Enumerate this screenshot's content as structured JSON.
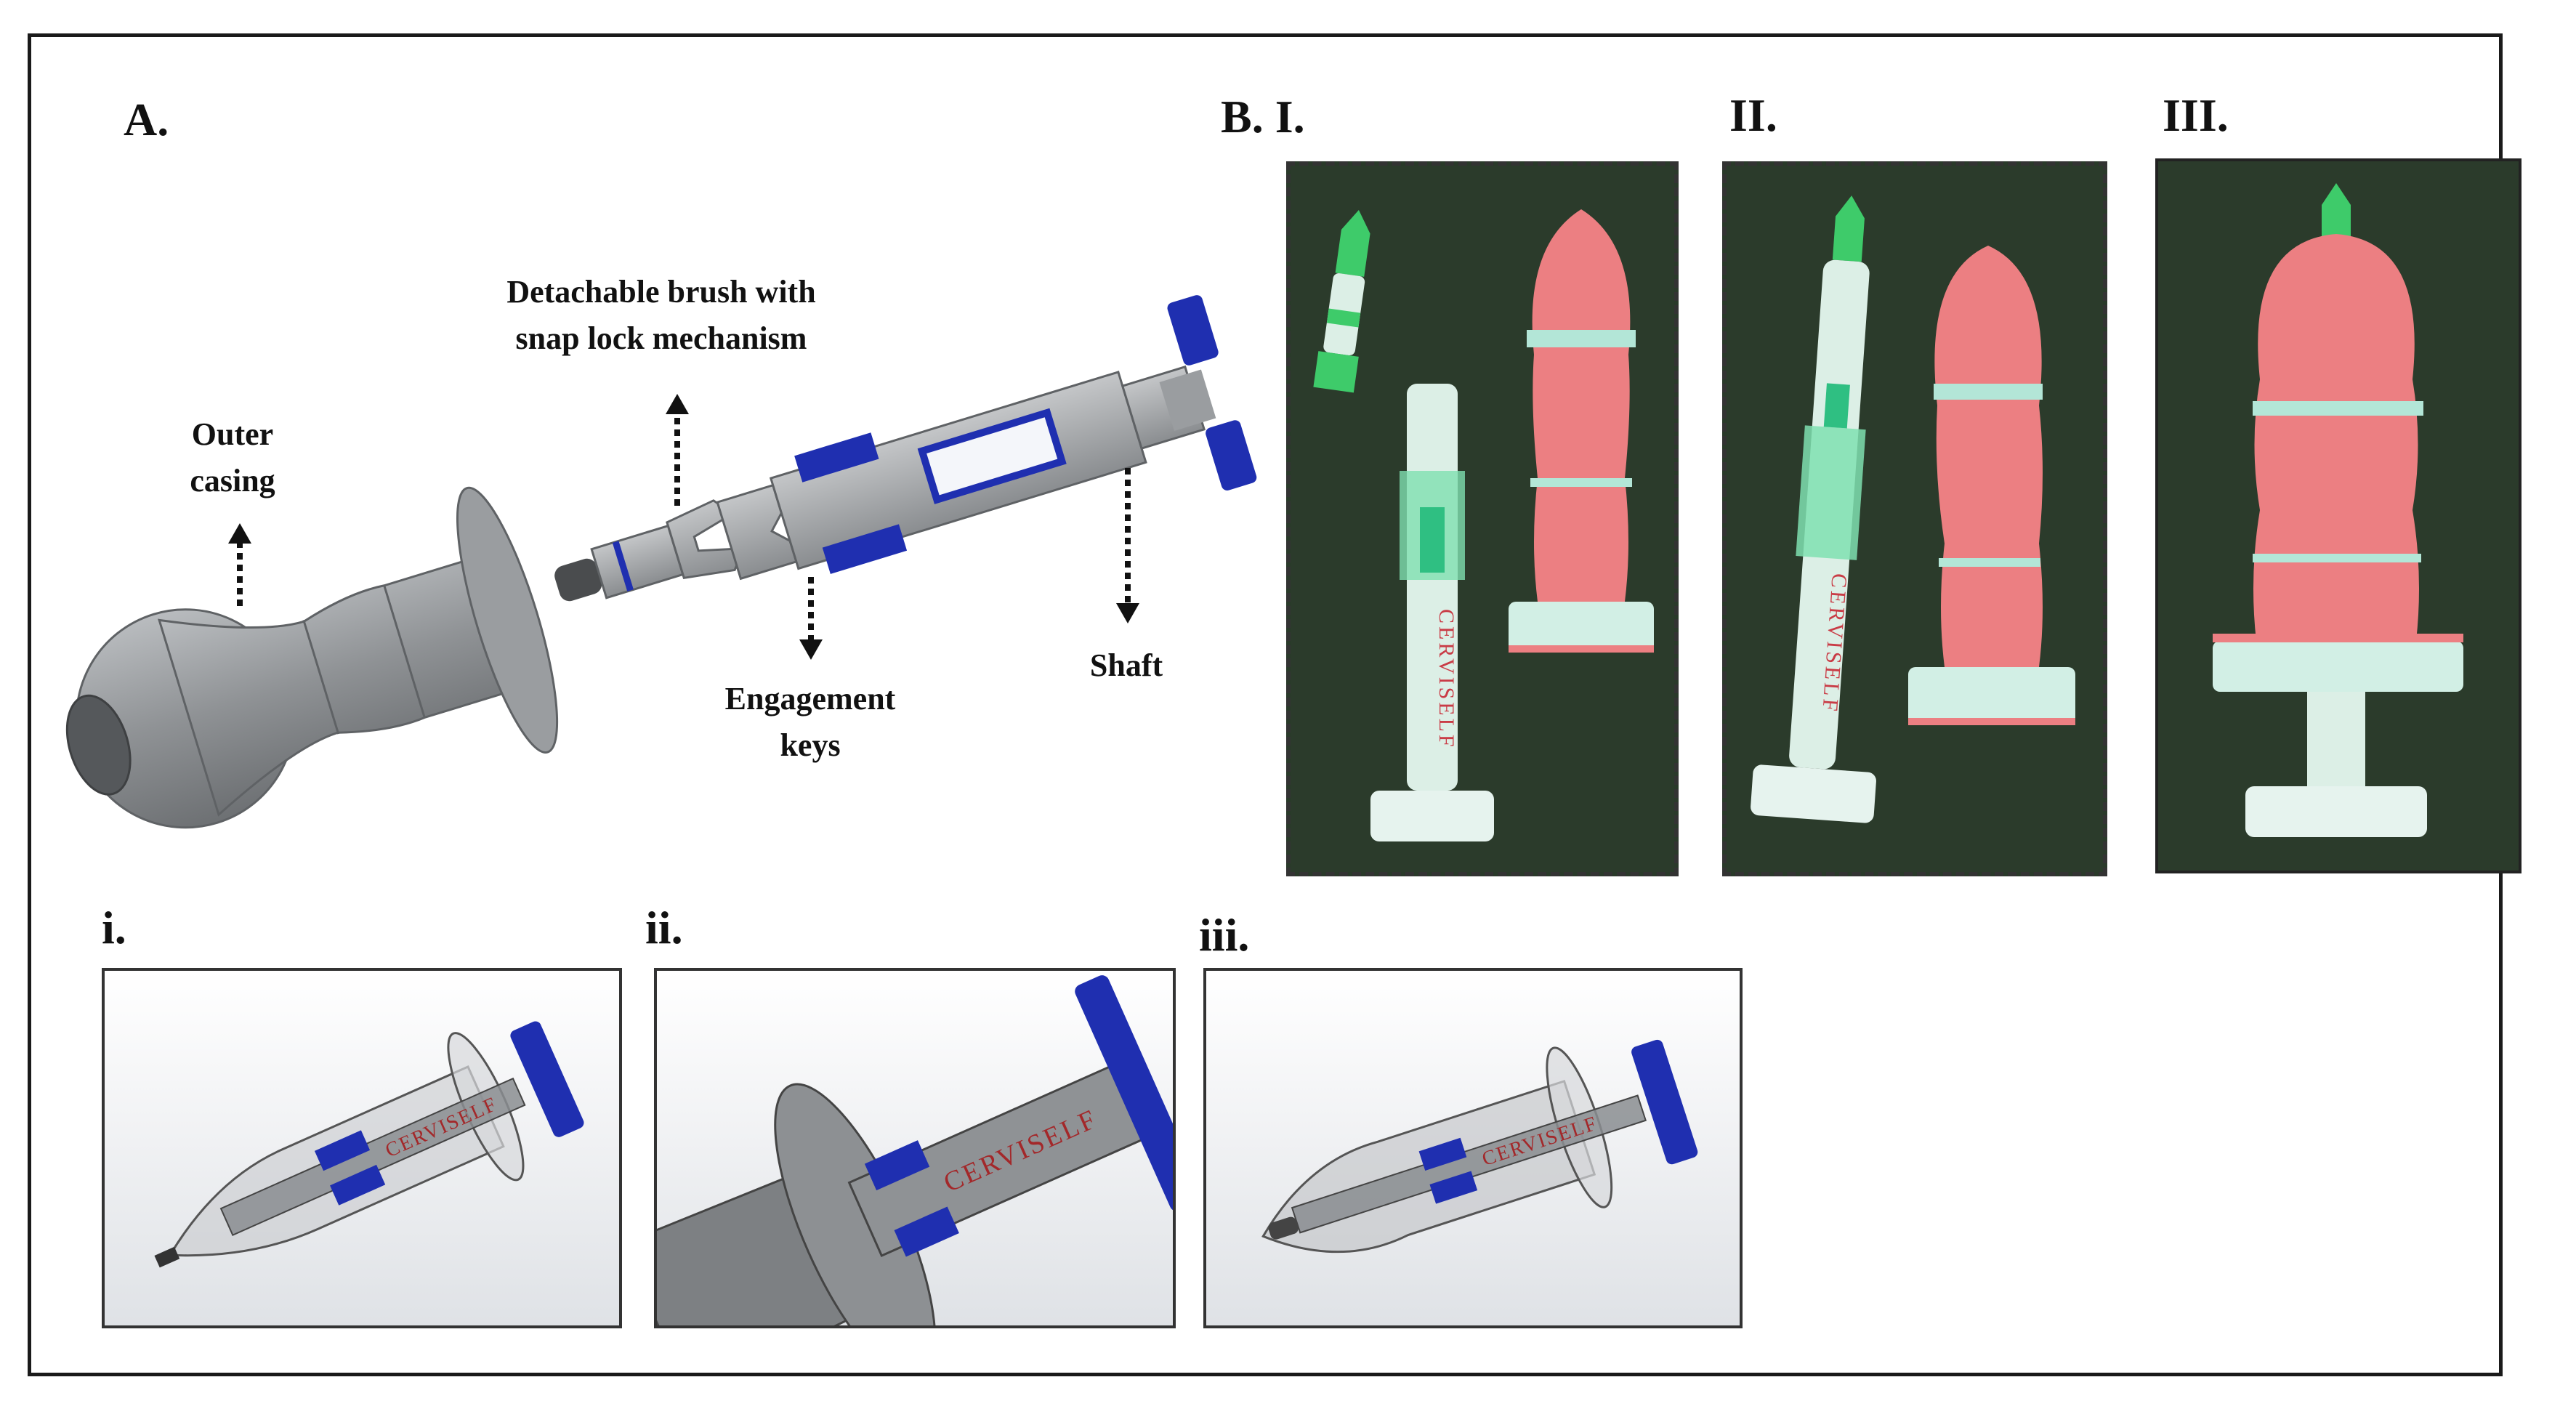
{
  "panels": {
    "a": {
      "label": "A."
    },
    "b": {
      "label": "B.",
      "sub": [
        "I.",
        "II.",
        "III."
      ]
    },
    "render_labels": [
      "i.",
      "ii.",
      "iii."
    ]
  },
  "callouts": {
    "outer_casing": [
      "Outer",
      "casing"
    ],
    "brush": [
      "Detachable brush with",
      "snap lock mechanism"
    ],
    "engagement": [
      "Engagement",
      "keys"
    ],
    "shaft": "Shaft"
  },
  "device_text": "CERVISELF",
  "colors": {
    "casing_gray": "#8a8d90",
    "accent_blue": "#1f2fb0",
    "photo_background": "#2b3b2b",
    "pink_casing": "#ec7f82",
    "mint": "#cfeee3",
    "brush_green": "#3ecb6a",
    "text_red": "#a3282a"
  },
  "icons": [
    "dotted-arrow-up-icon",
    "dotted-arrow-down-icon"
  ]
}
